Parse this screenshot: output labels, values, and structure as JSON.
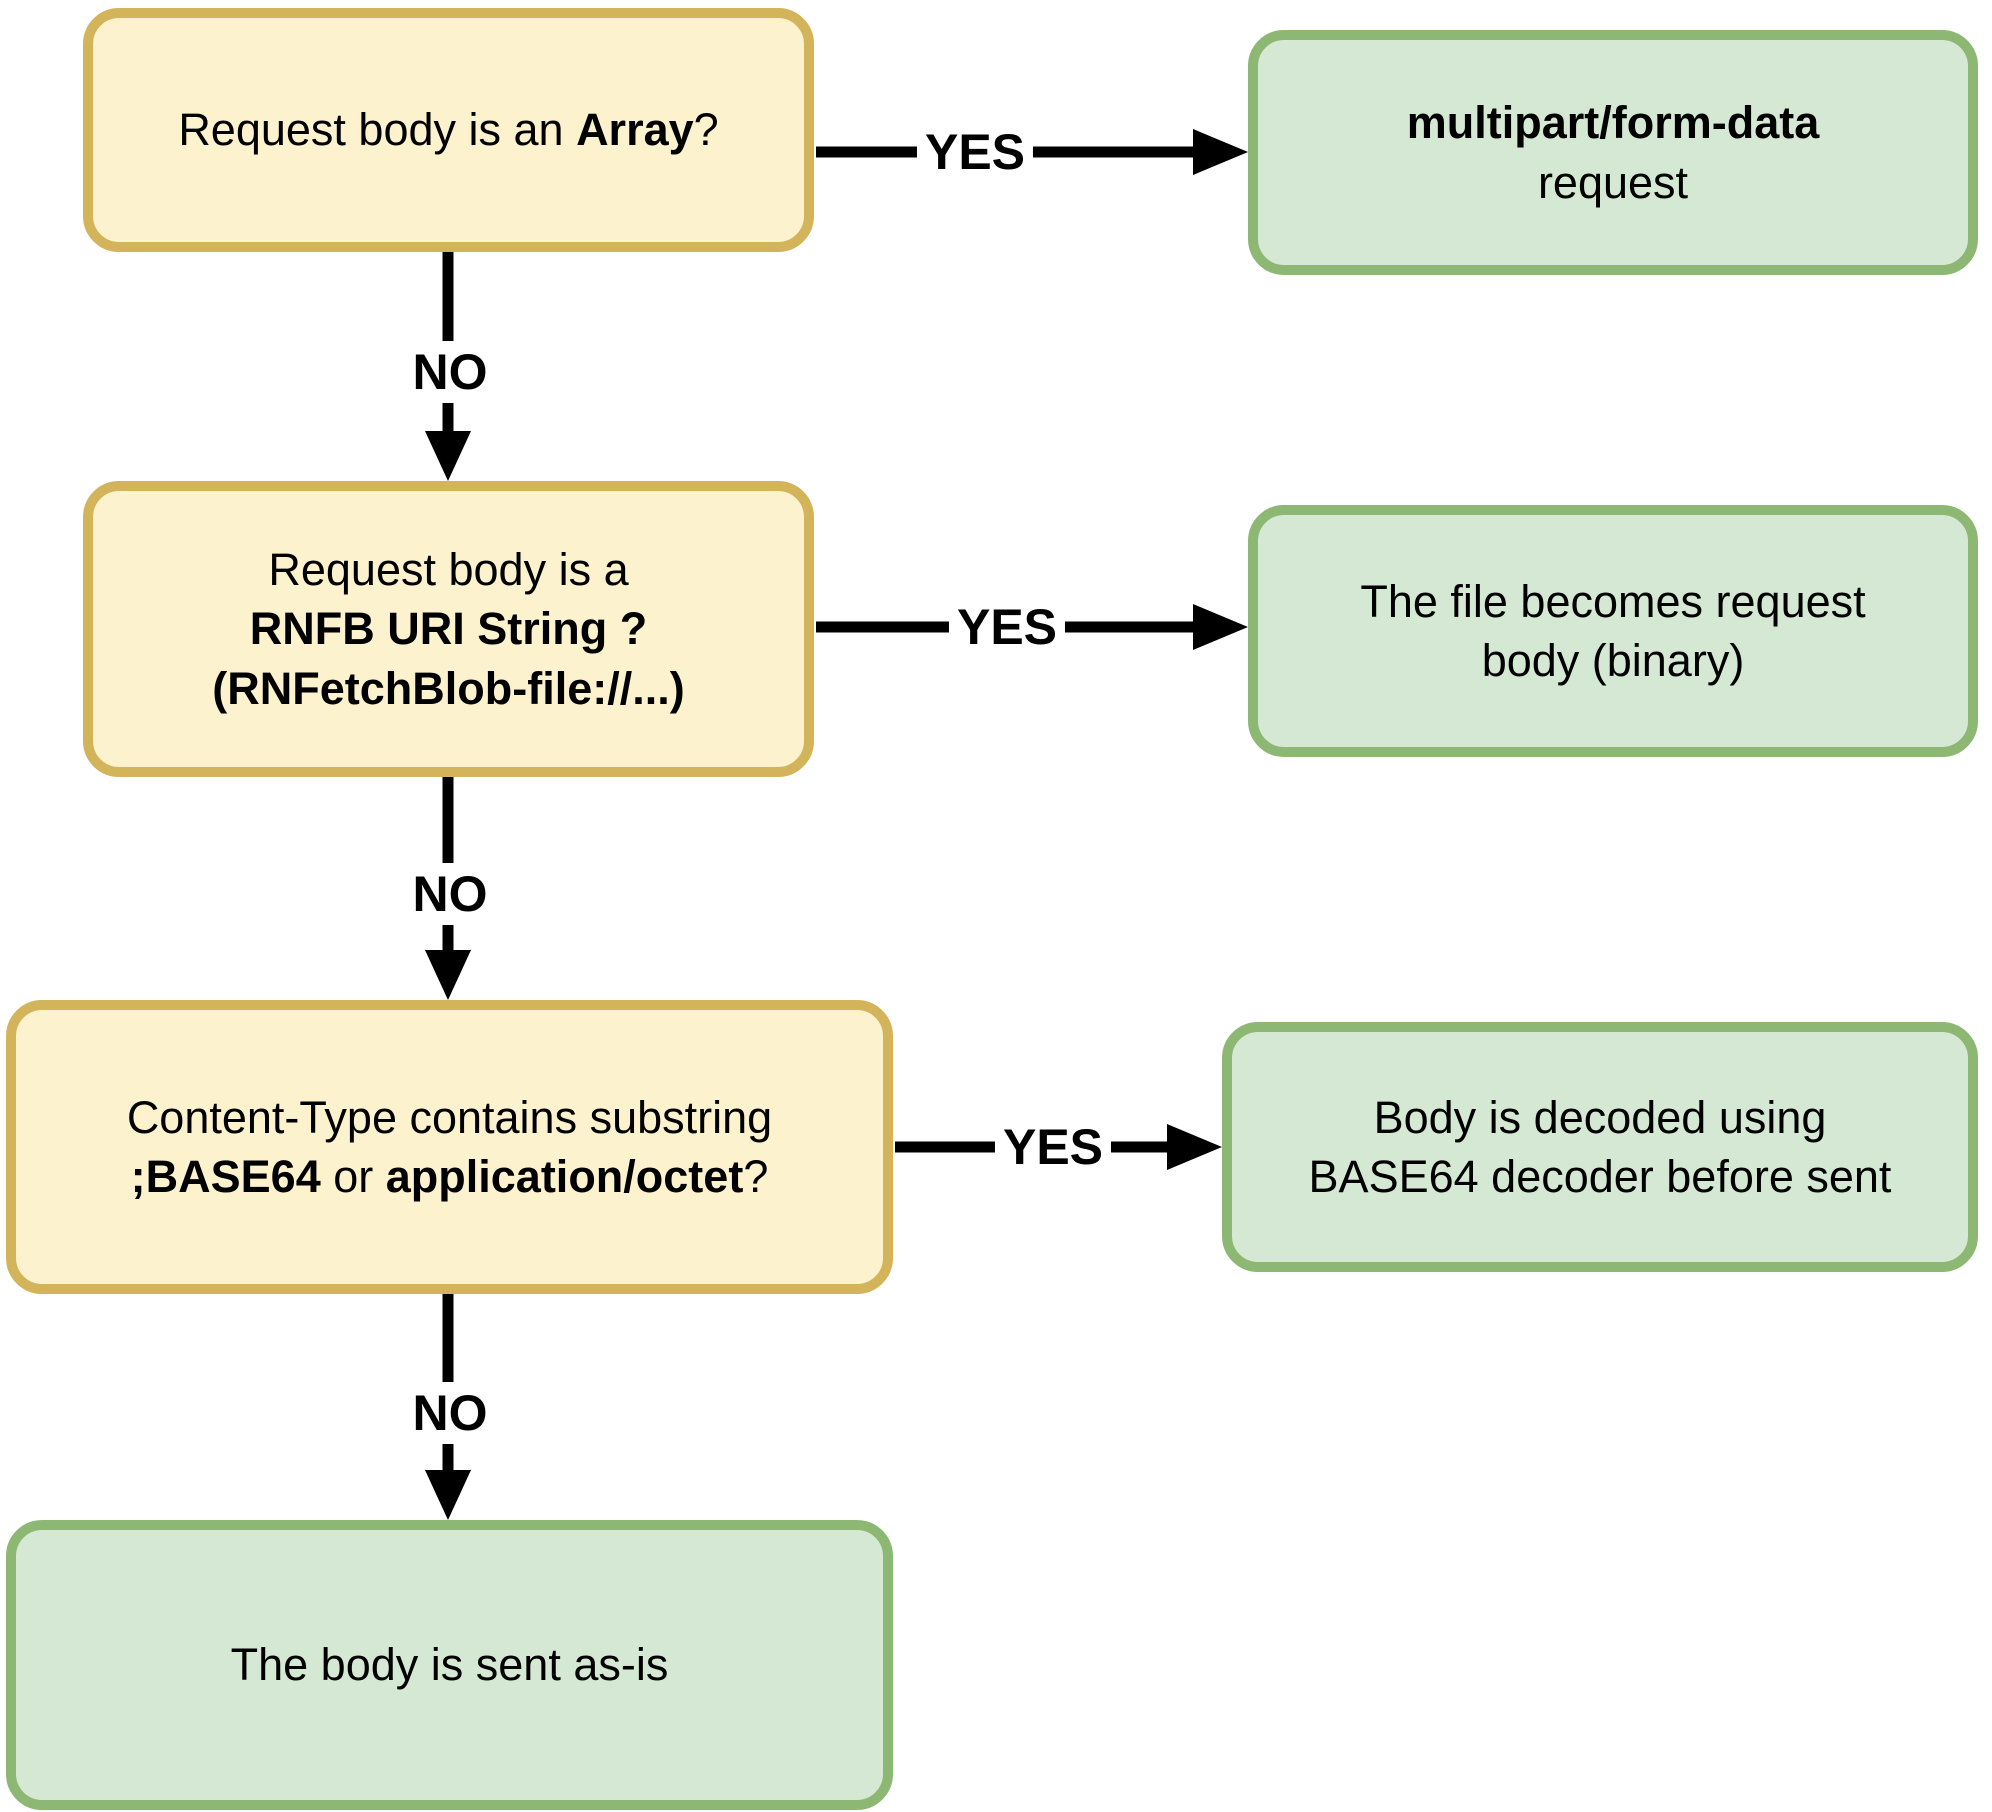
{
  "palette": {
    "question_fill": "#FCF2CD",
    "question_border": "#D3B45A",
    "result_fill": "#D5E8D4",
    "result_border": "#8CB873",
    "arrow_color": "#000000",
    "text_color": "#000000",
    "background": "#FFFFFF"
  },
  "nodes": {
    "q_array": {
      "pre": "Request body is an ",
      "bold": "Array",
      "post": "?"
    },
    "r_multipart": {
      "line1_bold": "multipart/form-data",
      "line2": "request"
    },
    "q_rnfb": {
      "line1": "Request body is a",
      "line2_bold": "RNFB URI String ?",
      "line3_bold": "(RNFetchBlob-file://...)"
    },
    "r_file_body": {
      "line1": "The file becomes request",
      "line2": "body (binary)"
    },
    "q_base64": {
      "line1": "Content-Type contains substring",
      "line2_bold1": ";BASE64",
      "line2_mid": " or ",
      "line2_bold2": "application/octet",
      "line2_post": "?"
    },
    "r_decoded": {
      "line1": "Body is decoded using",
      "line2": "BASE64 decoder before sent"
    },
    "r_as_is": {
      "text": "The body is sent as-is"
    }
  },
  "edges": {
    "yes1": {
      "label": "YES"
    },
    "no1": {
      "label": "NO"
    },
    "yes2": {
      "label": "YES"
    },
    "no2": {
      "label": "NO"
    },
    "yes3": {
      "label": "YES"
    },
    "no3": {
      "label": "NO"
    }
  }
}
